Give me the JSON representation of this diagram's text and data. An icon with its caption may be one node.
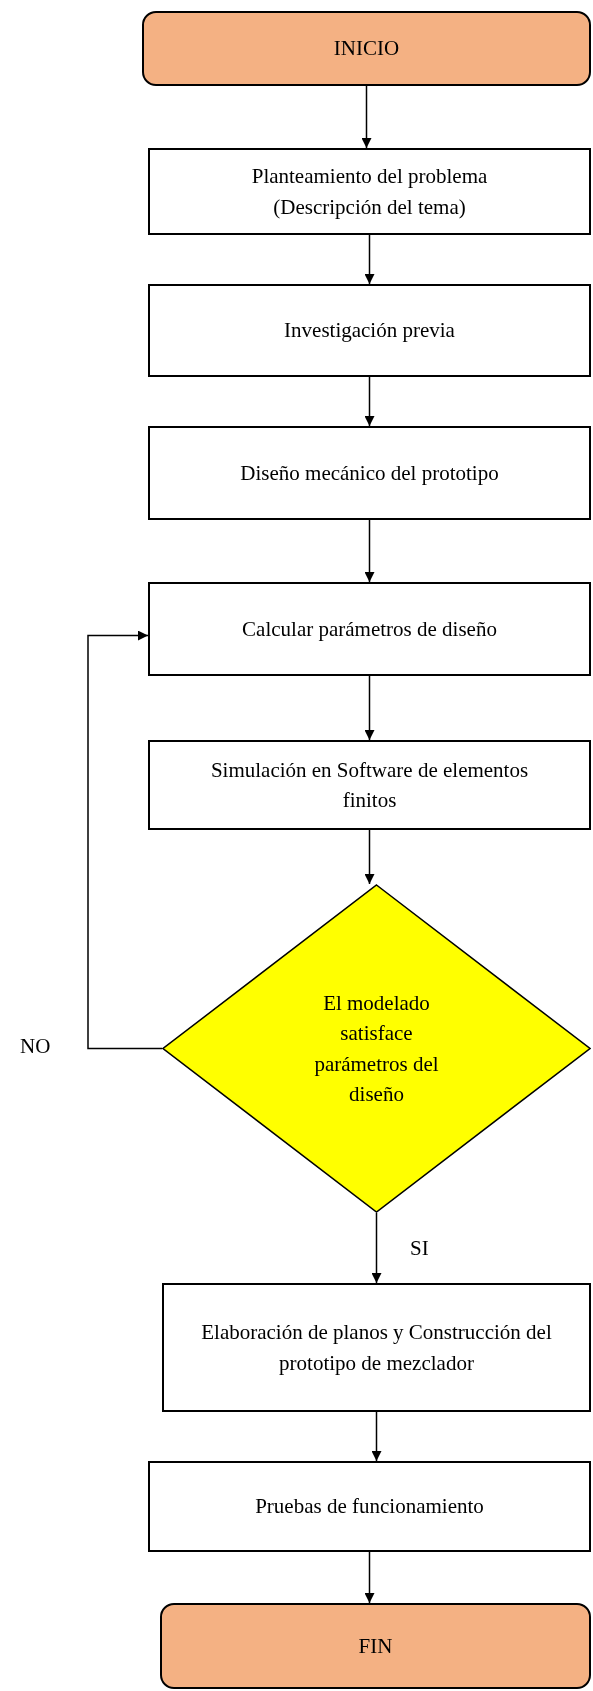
{
  "diagram": {
    "nodes": [
      {
        "text": [
          "INICIO"
        ]
      },
      {
        "text": [
          "Planteamiento del problema (Descripción del tema)"
        ]
      },
      {
        "text": [
          "Investigación previa"
        ]
      },
      {
        "text": [
          "Diseño mecánico del prototipo"
        ]
      },
      {
        "text": [
          "Calcular parámetros de diseño"
        ]
      },
      {
        "text": [
          "Simulación en Software de elementos finitos"
        ]
      },
      {
        "text": [
          "El modelado satisface parámetros del diseño"
        ]
      },
      {
        "text": [
          "Elaboración de planos y Construcción del prototipo de mezclador"
        ]
      },
      {
        "text": [
          "Pruebas de funcionamiento"
        ]
      },
      {
        "text": [
          "FIN"
        ]
      }
    ],
    "edges": [
      {
        "from": 0,
        "to": 1,
        "arrow": "to"
      },
      {
        "from": 1,
        "to": 2,
        "arrow": "to"
      },
      {
        "from": 2,
        "to": 3,
        "arrow": "to"
      },
      {
        "from": 3,
        "to": 4,
        "arrow": "to"
      },
      {
        "from": 4,
        "to": 5,
        "arrow": "to"
      },
      {
        "from": 5,
        "to": 6,
        "arrow": "to"
      },
      {
        "from": 6,
        "to": 7,
        "arrow": "to",
        "label": "SI"
      },
      {
        "from": 6,
        "to": 4,
        "arrow": "to",
        "label": "NO"
      },
      {
        "from": 7,
        "to": 8,
        "arrow": "to"
      },
      {
        "from": 8,
        "to": 9,
        "arrow": "to"
      }
    ]
  }
}
